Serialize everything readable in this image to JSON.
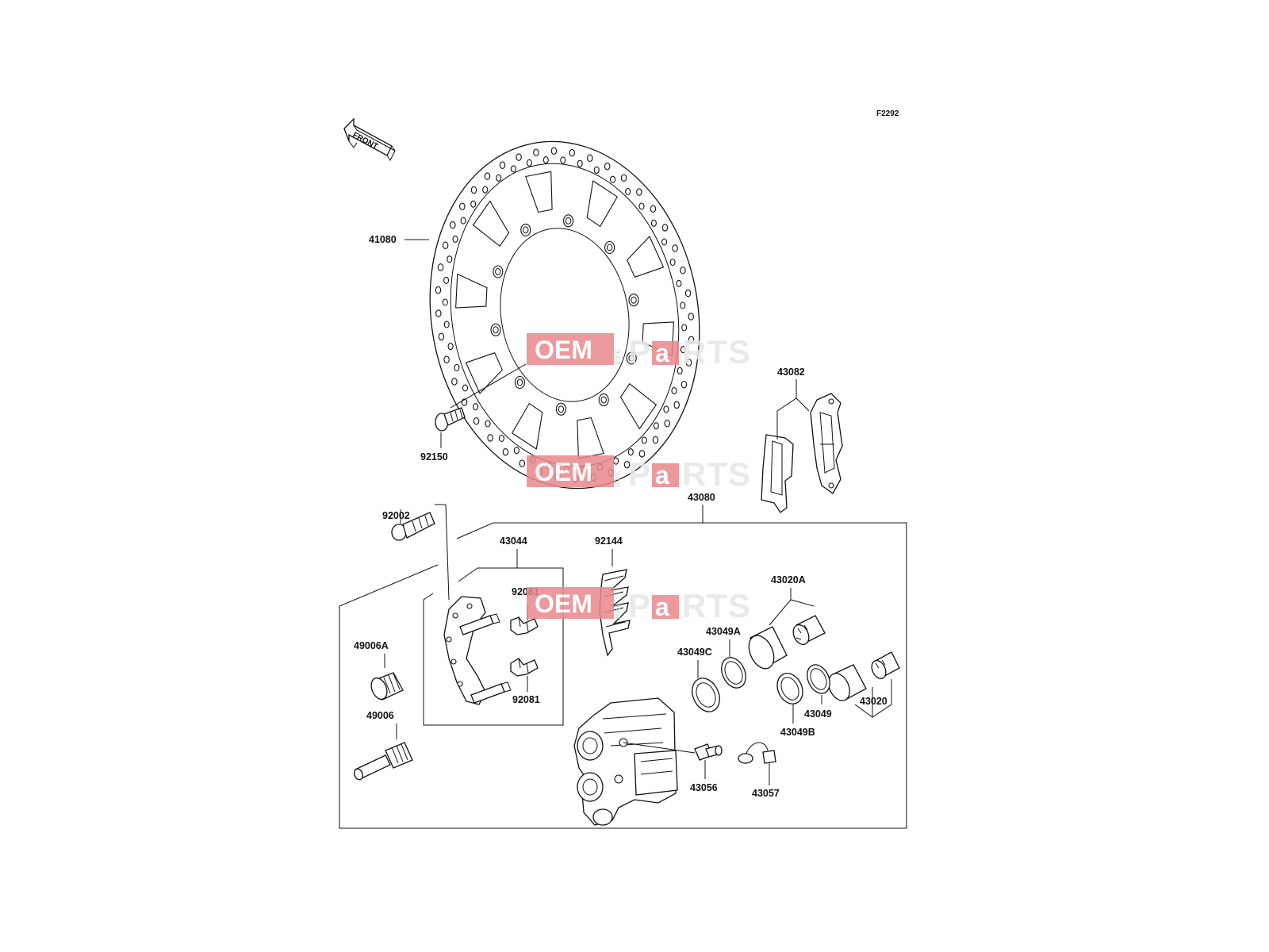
{
  "figure_code": "F2292",
  "front_label": "FRONT",
  "watermark": {
    "oem": "OEM",
    "bike": "BIKE",
    "parts_p": "P",
    "parts_a": "a",
    "parts_rts": "RTS",
    "brand_color": "#e8888c"
  },
  "parts": [
    {
      "id": "41080"
    },
    {
      "id": "92150"
    },
    {
      "id": "43082"
    },
    {
      "id": "43080"
    },
    {
      "id": "92002"
    },
    {
      "id": "43044"
    },
    {
      "id": "92144"
    },
    {
      "id": "92081"
    },
    {
      "id": "92081"
    },
    {
      "id": "43020A"
    },
    {
      "id": "43049A"
    },
    {
      "id": "43049C"
    },
    {
      "id": "43020"
    },
    {
      "id": "43049"
    },
    {
      "id": "43049B"
    },
    {
      "id": "49006A"
    },
    {
      "id": "49006"
    },
    {
      "id": "43056"
    },
    {
      "id": "43057"
    }
  ]
}
